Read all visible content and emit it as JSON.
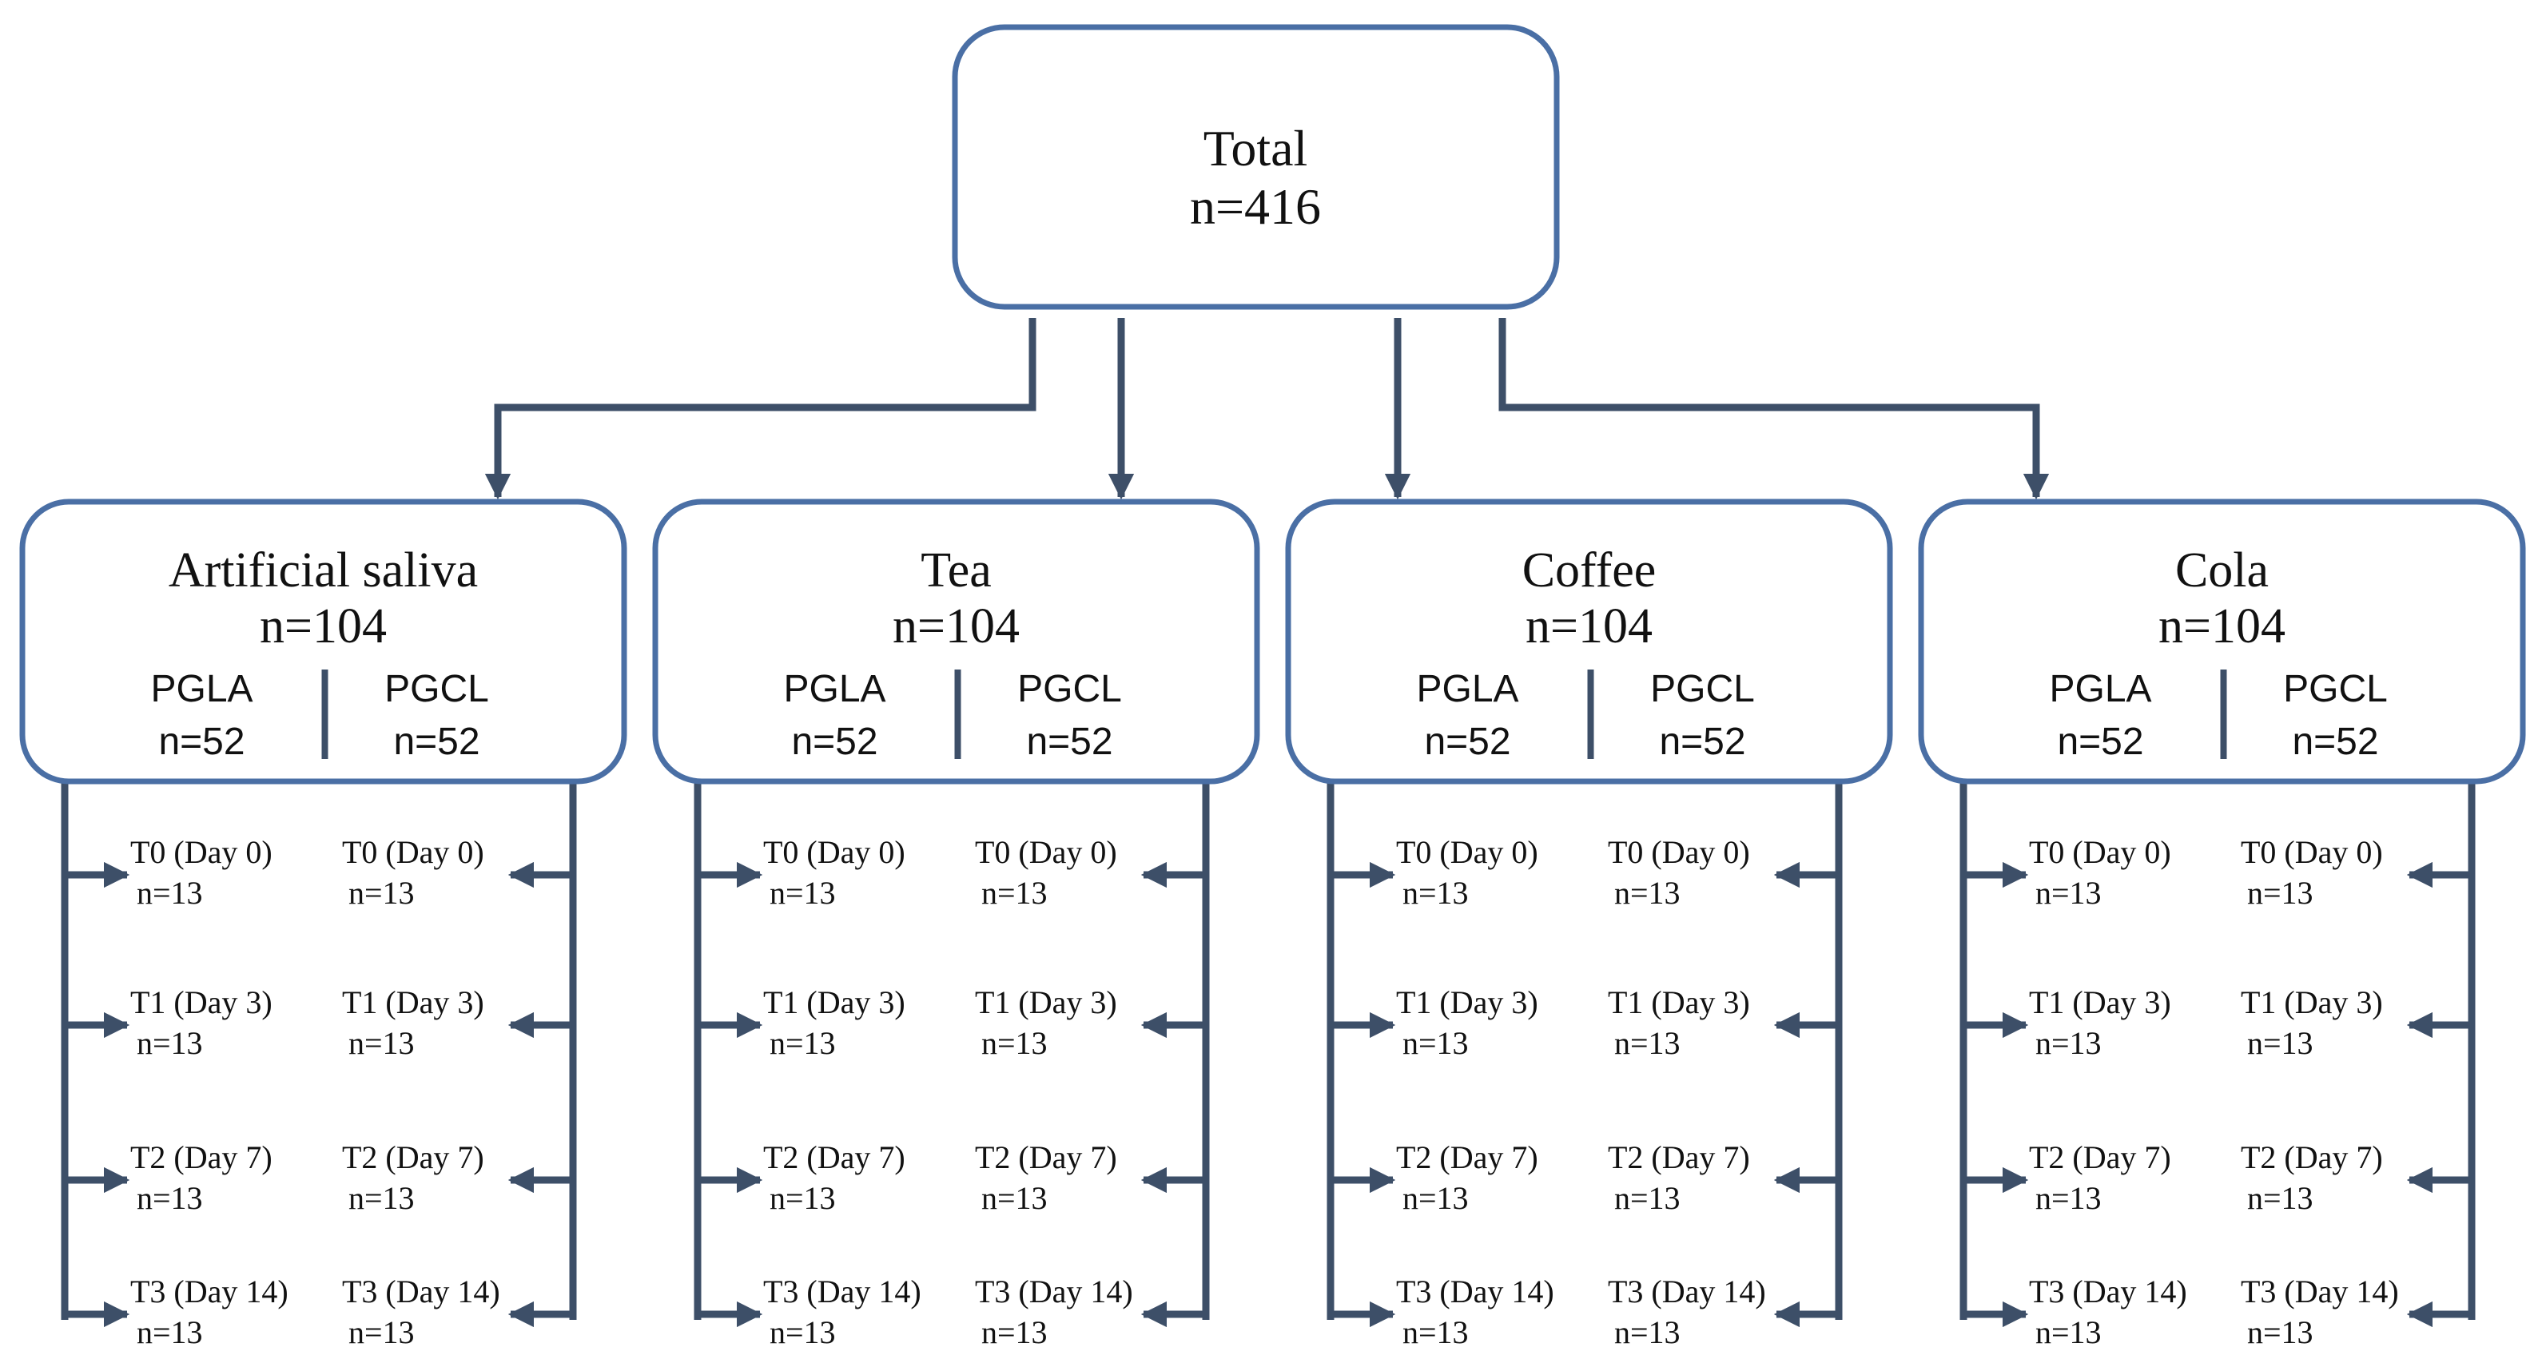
{
  "root": {
    "title": "Total",
    "count": "n=416"
  },
  "groups": [
    {
      "title": "Artificial saliva",
      "count": "n=104",
      "left": {
        "label": "PGLA",
        "count": "n=52"
      },
      "right": {
        "label": "PGCL",
        "count": "n=52"
      },
      "timepoints": [
        {
          "label": "T0 (Day 0)",
          "count": "n=13"
        },
        {
          "label": "T1 (Day 3)",
          "count": "n=13"
        },
        {
          "label": "T2 (Day 7)",
          "count": "n=13"
        },
        {
          "label": "T3 (Day 14)",
          "count": "n=13"
        }
      ]
    },
    {
      "title": "Tea",
      "count": "n=104",
      "left": {
        "label": "PGLA",
        "count": "n=52"
      },
      "right": {
        "label": "PGCL",
        "count": "n=52"
      },
      "timepoints": [
        {
          "label": "T0 (Day 0)",
          "count": "n=13"
        },
        {
          "label": "T1 (Day 3)",
          "count": "n=13"
        },
        {
          "label": "T2 (Day 7)",
          "count": "n=13"
        },
        {
          "label": "T3 (Day 14)",
          "count": "n=13"
        }
      ]
    },
    {
      "title": "Coffee",
      "count": "n=104",
      "left": {
        "label": "PGLA",
        "count": "n=52"
      },
      "right": {
        "label": "PGCL",
        "count": "n=52"
      },
      "timepoints": [
        {
          "label": "T0 (Day 0)",
          "count": "n=13"
        },
        {
          "label": "T1 (Day 3)",
          "count": "n=13"
        },
        {
          "label": "T2 (Day 7)",
          "count": "n=13"
        },
        {
          "label": "T3 (Day 14)",
          "count": "n=13"
        }
      ]
    },
    {
      "title": "Cola",
      "count": "n=104",
      "left": {
        "label": "PGLA",
        "count": "n=52"
      },
      "right": {
        "label": "PGCL",
        "count": "n=52"
      },
      "timepoints": [
        {
          "label": "T0 (Day 0)",
          "count": "n=13"
        },
        {
          "label": "T1 (Day 3)",
          "count": "n=13"
        },
        {
          "label": "T2 (Day 7)",
          "count": "n=13"
        },
        {
          "label": "T3 (Day 14)",
          "count": "n=13"
        }
      ]
    }
  ],
  "colors": {
    "box_border": "#4a6fa5",
    "connector": "#3d4f68",
    "text": "#111111"
  }
}
